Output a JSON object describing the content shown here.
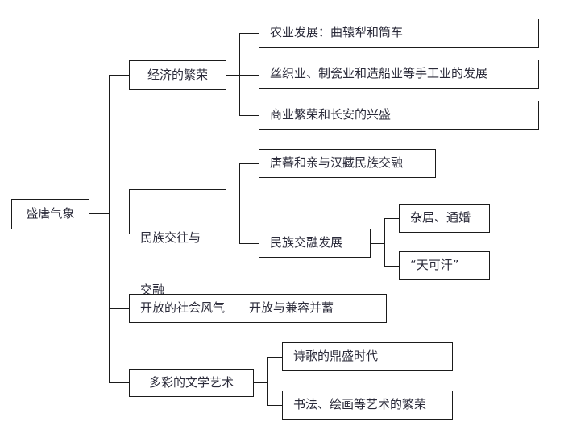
{
  "diagram": {
    "type": "tree-mindmap",
    "title": "盛唐气象",
    "root": {
      "label": "盛唐气象"
    },
    "branches": [
      {
        "id": "economy",
        "label": "经济的繁荣",
        "children": [
          {
            "id": "agriculture",
            "label": "农业发展：曲辕犁和筒车"
          },
          {
            "id": "handicraft",
            "label": "丝织业、制瓷业和造船业等手工业的发展"
          },
          {
            "id": "commerce",
            "label": "商业繁荣和长安的兴盛"
          }
        ]
      },
      {
        "id": "ethnic",
        "label_line1": "民族交往与",
        "label_line2": "交融",
        "children": [
          {
            "id": "tubo",
            "label": "唐蕃和亲与汉藏民族交融"
          },
          {
            "id": "fusion",
            "label": "民族交融发展",
            "children": [
              {
                "id": "cohabit",
                "label": "杂居、通婚"
              },
              {
                "id": "tiankehan",
                "label": "“天可汗”"
              }
            ]
          }
        ]
      },
      {
        "id": "society",
        "label": "开放的社会风气　　开放与兼容并蓄",
        "children": []
      },
      {
        "id": "arts",
        "label": "多彩的文学艺术",
        "children": [
          {
            "id": "poetry",
            "label": "诗歌的鼎盛时代"
          },
          {
            "id": "calligraphy",
            "label": "书法、绘画等艺术的繁荣"
          }
        ]
      }
    ],
    "colors": {
      "line": "#1b1b1b",
      "text": "#2b2b3a",
      "background": "#ffffff"
    }
  }
}
